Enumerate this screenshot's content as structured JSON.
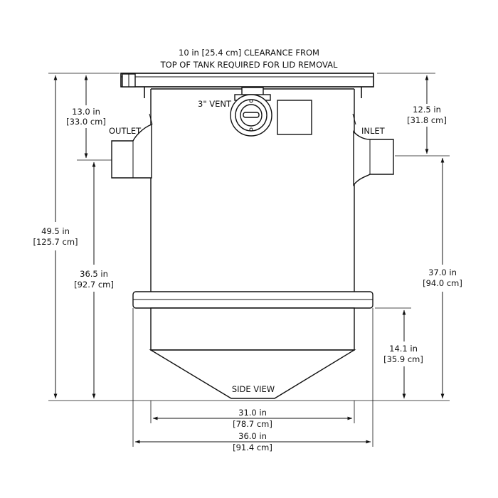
{
  "header": {
    "clearance_line1": "10 in [25.4 cm] CLEARANCE FROM",
    "clearance_line2": "TOP OF TANK REQUIRED FOR LID REMOVAL"
  },
  "labels": {
    "vent": "3\" VENT",
    "outlet": "OUTLET",
    "inlet": "INLET",
    "view": "SIDE VIEW"
  },
  "dimensions": {
    "overall_height": {
      "imperial": "49.5 in",
      "metric": "[125.7 cm]"
    },
    "outlet_from_top": {
      "imperial": "13.0 in",
      "metric": "[33.0 cm]"
    },
    "outlet_height": {
      "imperial": "36.5 in",
      "metric": "[92.7 cm]"
    },
    "inlet_from_top": {
      "imperial": "12.5 in",
      "metric": "[31.8 cm]"
    },
    "inlet_height": {
      "imperial": "37.0 in",
      "metric": "[94.0 cm]"
    },
    "base_height": {
      "imperial": "14.1 in",
      "metric": "[35.9 cm]"
    },
    "body_width": {
      "imperial": "31.0 in",
      "metric": "[78.7 cm]"
    },
    "overall_width": {
      "imperial": "36.0 in",
      "metric": "[91.4 cm]"
    }
  },
  "colors": {
    "line": "#111111",
    "background": "#ffffff"
  }
}
